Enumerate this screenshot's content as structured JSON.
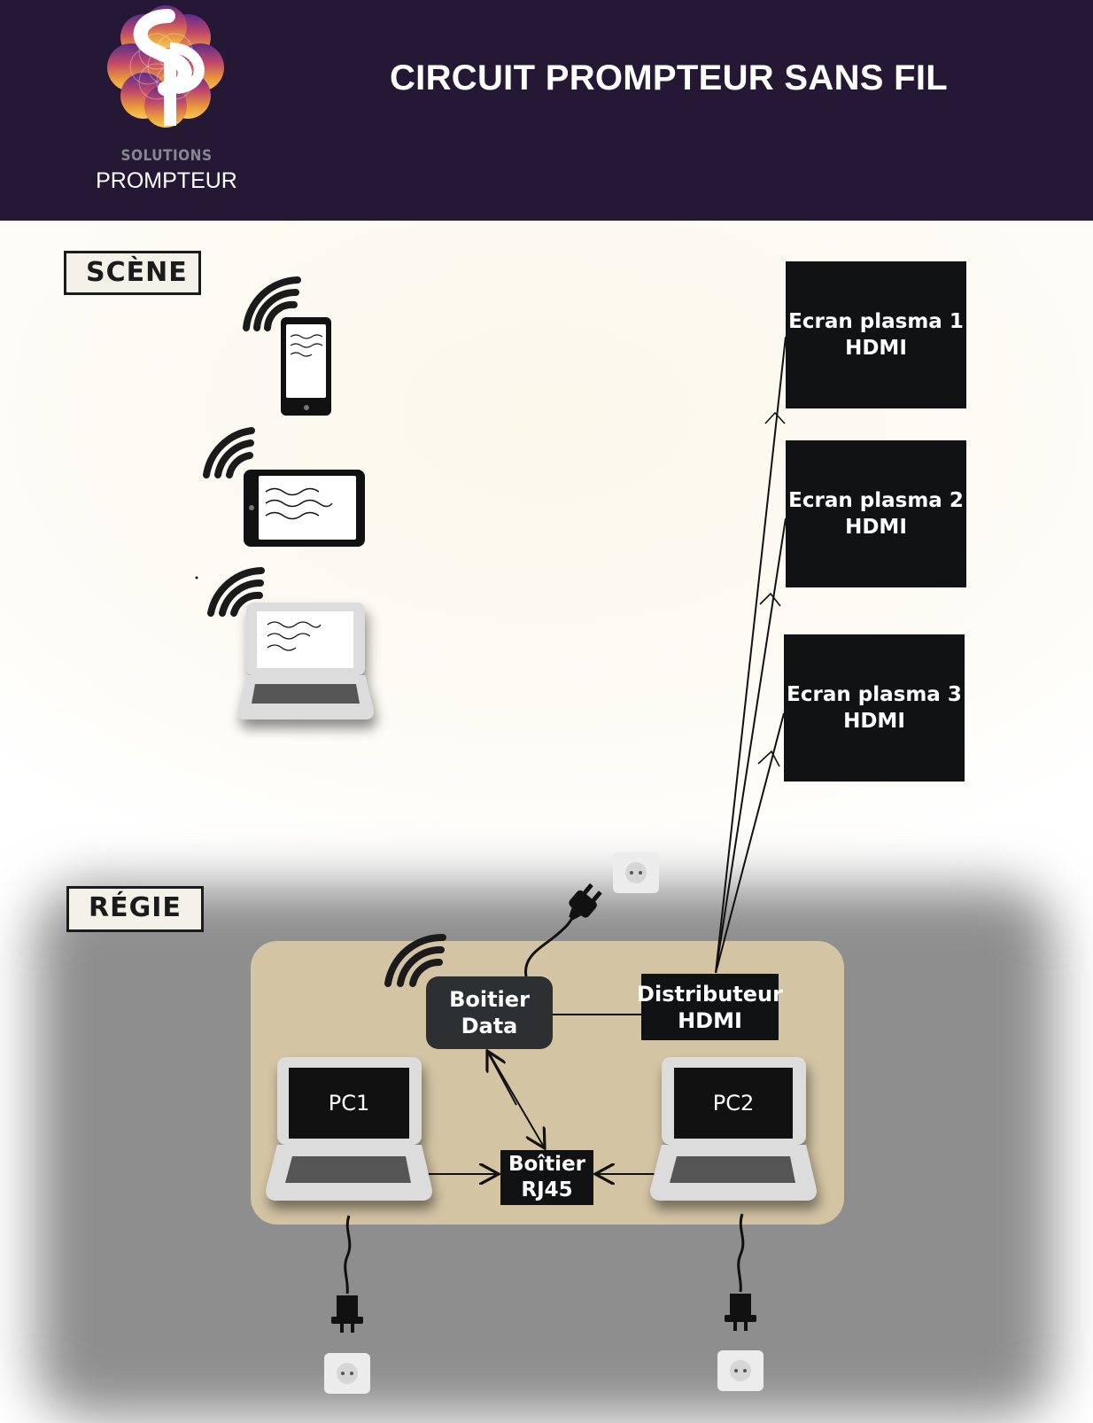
{
  "header": {
    "title": "CIRCUIT PROMPTEUR SANS FIL",
    "brand_small": "SOLUTIONS",
    "brand_big": "PROMPTEUR",
    "logo": "sp-flower-of-life-logo"
  },
  "scene": {
    "label": "SCÈNE",
    "devices": [
      {
        "icon": "smartphone-icon"
      },
      {
        "icon": "tablet-icon"
      },
      {
        "icon": "laptop-icon"
      }
    ],
    "screens": [
      {
        "line1": "Ecran plasma 1",
        "line2": "HDMI"
      },
      {
        "line1": "Ecran plasma 2",
        "line2": "HDMI"
      },
      {
        "line1": "Ecran plasma 3",
        "line2": "HDMI"
      }
    ]
  },
  "regie": {
    "label": "RÉGIE",
    "boitier_data": {
      "line1": "Boitier",
      "line2": "Data"
    },
    "distributeur": {
      "line1": "Distributeur",
      "line2": "HDMI"
    },
    "boitier_rj45": {
      "line1": "Boîtier",
      "line2": "RJ45"
    },
    "pc1": "PC1",
    "pc2": "PC2"
  },
  "colors": {
    "header_bg": "#241834",
    "panel": "#d3c4a3",
    "box_dark": "#111214",
    "boitier_data": "#2d3032"
  }
}
